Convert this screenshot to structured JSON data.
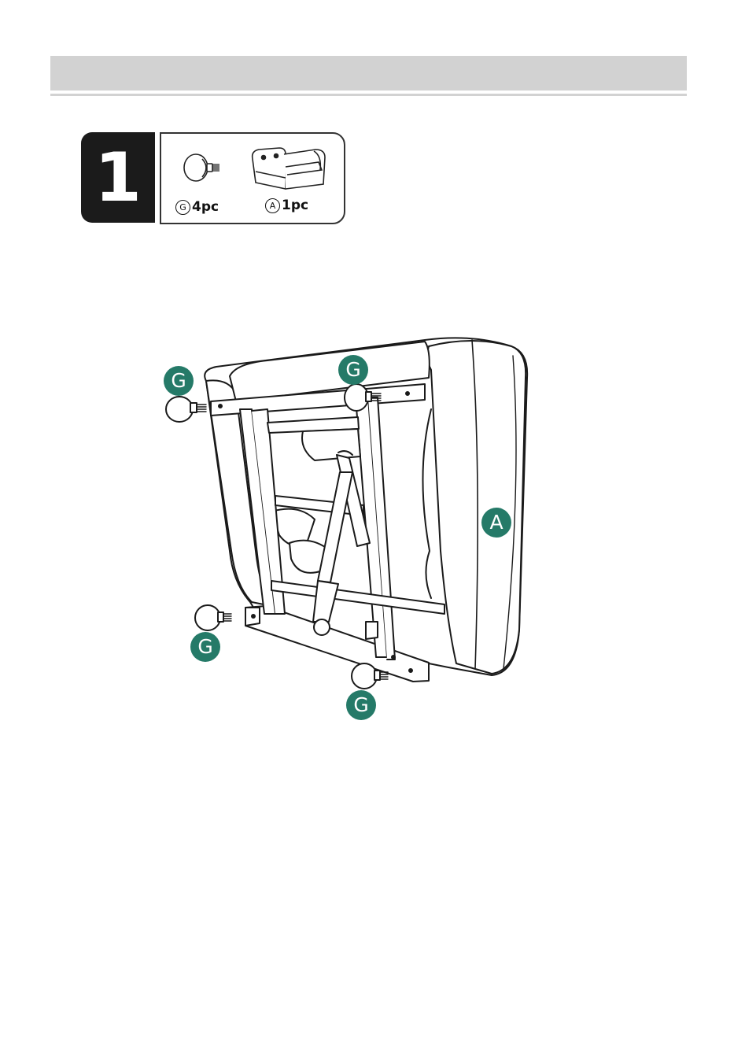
{
  "step": {
    "number": "1"
  },
  "parts": [
    {
      "letter": "G",
      "quantity": "4pc",
      "icon": "screw-foot-icon"
    },
    {
      "letter": "A",
      "quantity": "1pc",
      "icon": "recliner-chair-icon"
    }
  ],
  "callouts": {
    "g1": "G",
    "g2": "G",
    "g3": "G",
    "g4": "G",
    "a": "A"
  },
  "colors": {
    "callout_bg": "#257a68",
    "header_bar": "#d2d2d2",
    "step_box": "#1b1b1b"
  }
}
